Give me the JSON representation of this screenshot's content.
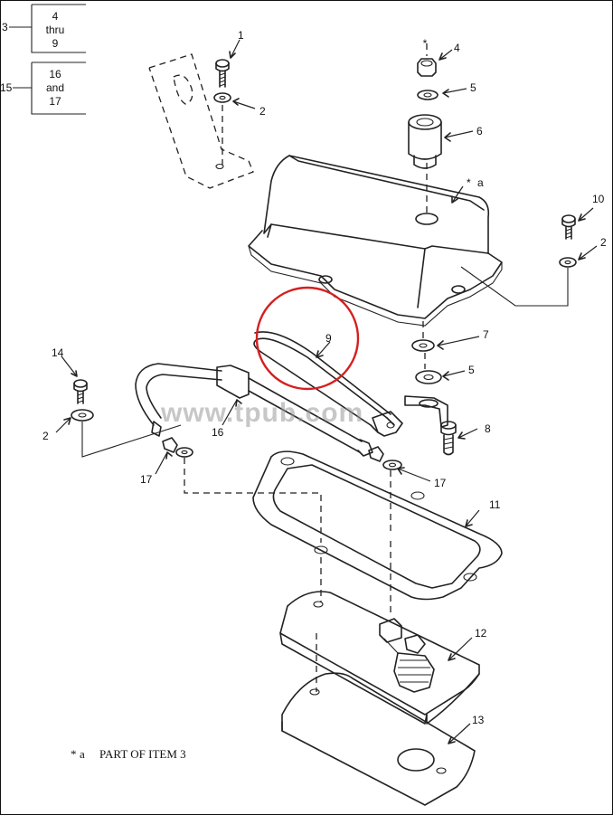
{
  "ref_boxes": [
    {
      "callout": "3",
      "line1": "4",
      "line2": "thru",
      "line3": "9"
    },
    {
      "callout": "15",
      "line1": "16",
      "line2": "and",
      "line3": "17"
    }
  ],
  "callouts": {
    "c1": "1",
    "c2a": "2",
    "c2b": "2",
    "c2c": "2",
    "c4": "4",
    "c5a": "5",
    "c5b": "5",
    "c6": "6",
    "c7": "7",
    "c8": "8",
    "c9": "9",
    "c10": "10",
    "c11": "11",
    "c12": "12",
    "c13": "13",
    "c14": "14",
    "c16": "16",
    "c17a": "17",
    "c17b": "17",
    "ca": "a"
  },
  "star_glyph": "*",
  "note": {
    "star": "*",
    "ref": "a",
    "text": "PART OF ITEM 3"
  },
  "watermark": "www.tpub.com",
  "highlight_color": "#d42020"
}
